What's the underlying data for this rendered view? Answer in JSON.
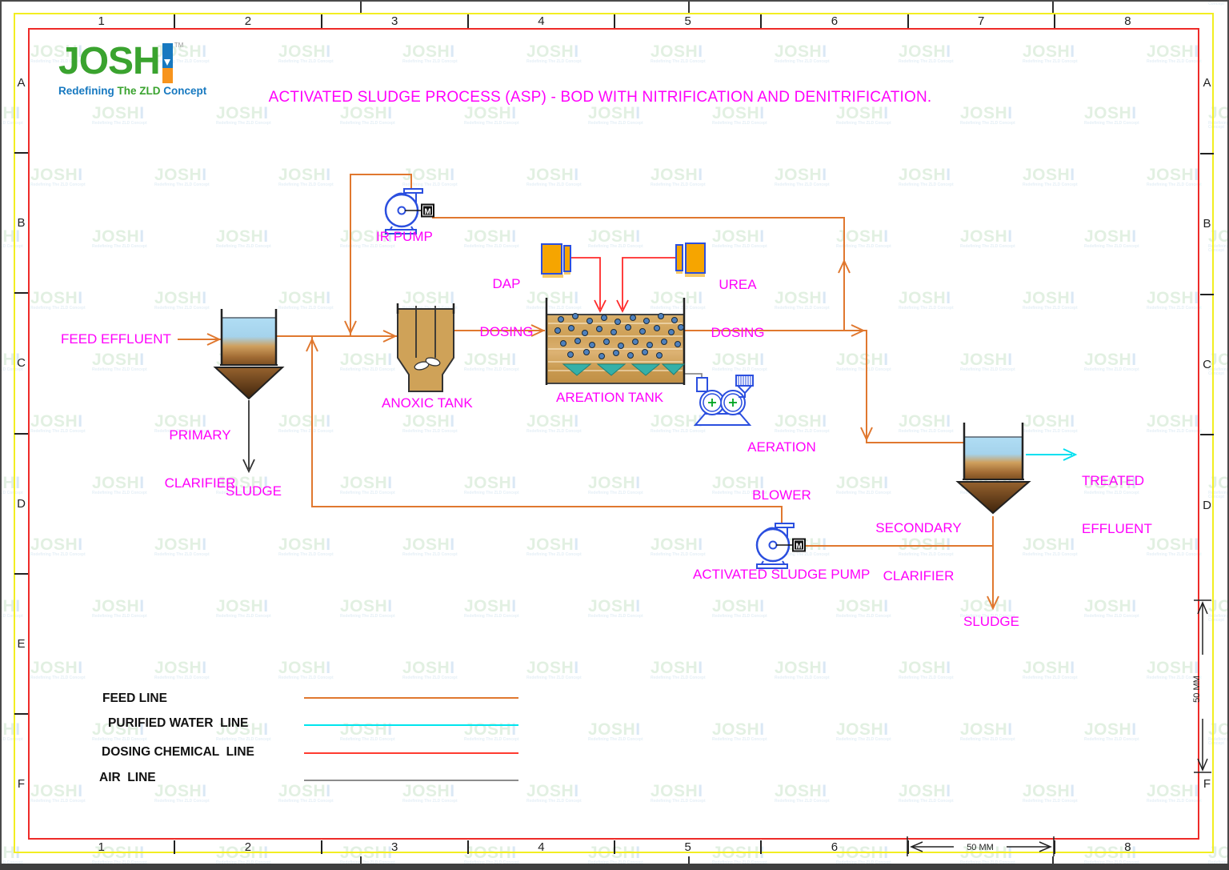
{
  "title": "ACTIVATED SLUDGE PROCESS (ASP) - BOD WITH NITRIFICATION AND DENITRIFICATION.",
  "logo": {
    "brand": "JOSH",
    "tm": "TM",
    "tagline_1": "Redefining ",
    "tagline_2": "The ZLD ",
    "tagline_3": "Concept"
  },
  "watermark": {
    "brand": "JOSH",
    "brand_i": "I",
    "tagline": "Redefining The ZLD Concept"
  },
  "frame": {
    "top_columns": [
      "1",
      "2",
      "3",
      "4",
      "5",
      "6",
      "7",
      "8"
    ],
    "bottom_columns": [
      "1",
      "2",
      "3",
      "4",
      "5",
      "6",
      "8"
    ],
    "left_rows": [
      "A",
      "B",
      "C",
      "D",
      "E",
      "F"
    ],
    "right_rows": [
      "A",
      "B",
      "C",
      "D",
      "F"
    ],
    "scale_label": "50  MM"
  },
  "process": {
    "feed_effluent": "FEED EFFLUENT",
    "primary_clarifier_1": "PRIMARY",
    "primary_clarifier_2": "CLARIFIER",
    "primary_sludge": "SLUDGE",
    "ir_pump": "IR PUMP",
    "dap_1": "DAP",
    "dap_2": "DOSING",
    "urea_1": "UREA",
    "urea_2": "DOSING",
    "anoxic_tank": "ANOXIC TANK",
    "aeration_tank": "AREATION TANK",
    "aeration_blower_1": "AERATION",
    "aeration_blower_2": "BLOWER",
    "secondary_clarifier_1": "SECONDARY",
    "secondary_clarifier_2": "CLARIFIER",
    "treated_effluent_1": "TREATED",
    "treated_effluent_2": "EFFLUENT",
    "activated_sludge_pump": "ACTIVATED SLUDGE PUMP",
    "secondary_sludge": "SLUDGE",
    "motor_label": "M"
  },
  "legend": {
    "items": [
      {
        "label": "FEED LINE",
        "color": "#e0782f"
      },
      {
        "label": "PURIFIED WATER  LINE",
        "color": "#00e5ee"
      },
      {
        "label": "DOSING CHEMICAL  LINE",
        "color": "#ff3b30"
      },
      {
        "label": "AIR  LINE",
        "color": "#8c8c8c"
      }
    ]
  },
  "colors": {
    "label_magenta": "#ff00fb",
    "feed_orange": "#e0782f",
    "purified_cyan": "#00e5ee",
    "dosing_red": "#ff2a2a",
    "air_gray": "#8c8c8c",
    "symbol_blue": "#2b4fdf",
    "tank_tan": "#cfa258",
    "diffuser_teal": "#35b0a8",
    "border_yellow": "#f2ee22",
    "border_red": "#ee2b28"
  }
}
